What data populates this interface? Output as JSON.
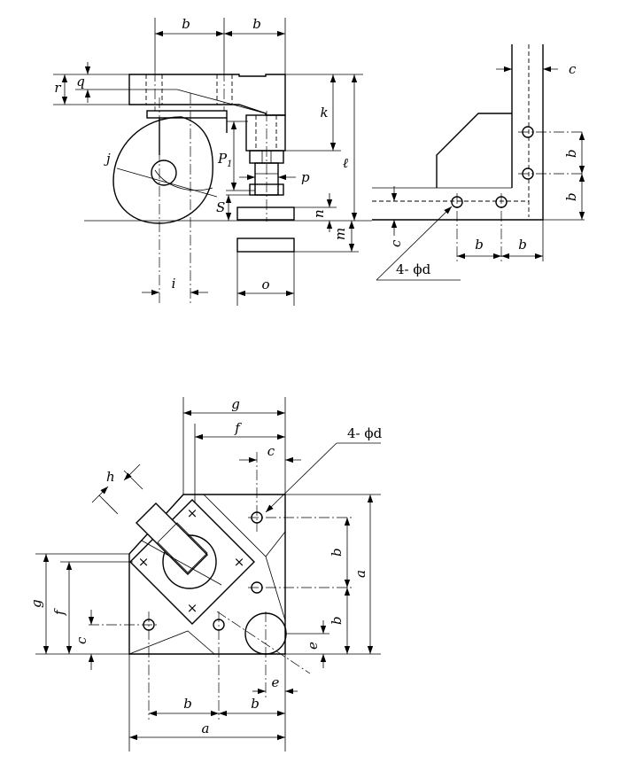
{
  "labels": {
    "a": "a",
    "b": "b",
    "c": "c",
    "e": "e",
    "f": "f",
    "g": "g",
    "h": "h",
    "i": "i",
    "j": "j",
    "k": "k",
    "ell": "ℓ",
    "m": "m",
    "n": "n",
    "o": "o",
    "p": "p",
    "q": "q",
    "r": "r",
    "S": "S",
    "P1_main": "P",
    "P1_sub": "1",
    "holes": "4- ϕd"
  }
}
